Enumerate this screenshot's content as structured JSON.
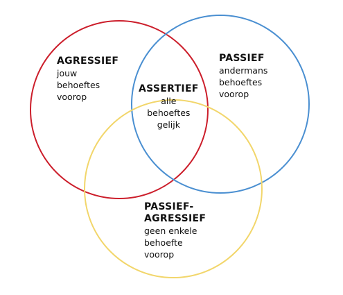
{
  "circles": [
    {
      "id": "agressief",
      "color": "#cc1e2b"
    },
    {
      "id": "passief",
      "color": "#4a8fd1"
    },
    {
      "id": "passief-agressief",
      "color": "#f2d66b"
    }
  ],
  "labels": {
    "agressief": {
      "title": "AGRESSIEF",
      "lines": [
        "jouw",
        "behoeftes",
        "voorop"
      ]
    },
    "passief": {
      "title": "PASSIEF",
      "lines": [
        "andermans",
        "behoeftes",
        "voorop"
      ]
    },
    "assertief": {
      "title": "ASSERTIEF",
      "lines": [
        "alle",
        "behoeftes",
        "gelijk"
      ]
    },
    "passief_agressief": {
      "title_lines": [
        "PASSIEF-",
        "AGRESSIEF"
      ],
      "lines": [
        "geen enkele",
        "behoefte",
        "voorop"
      ]
    }
  }
}
